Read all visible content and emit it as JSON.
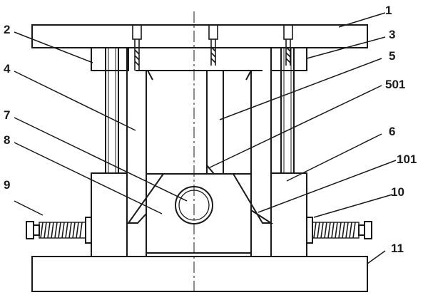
{
  "diagram": {
    "labels": {
      "l1": "1",
      "l2": "2",
      "l3": "3",
      "l4": "4",
      "l5": "5",
      "l501": "501",
      "l6": "6",
      "l7": "7",
      "l8": "8",
      "l9": "9",
      "l10": "10",
      "l101": "101",
      "l11": "11"
    },
    "colors": {
      "line": "#1a1a1a",
      "background": "#ffffff"
    }
  }
}
